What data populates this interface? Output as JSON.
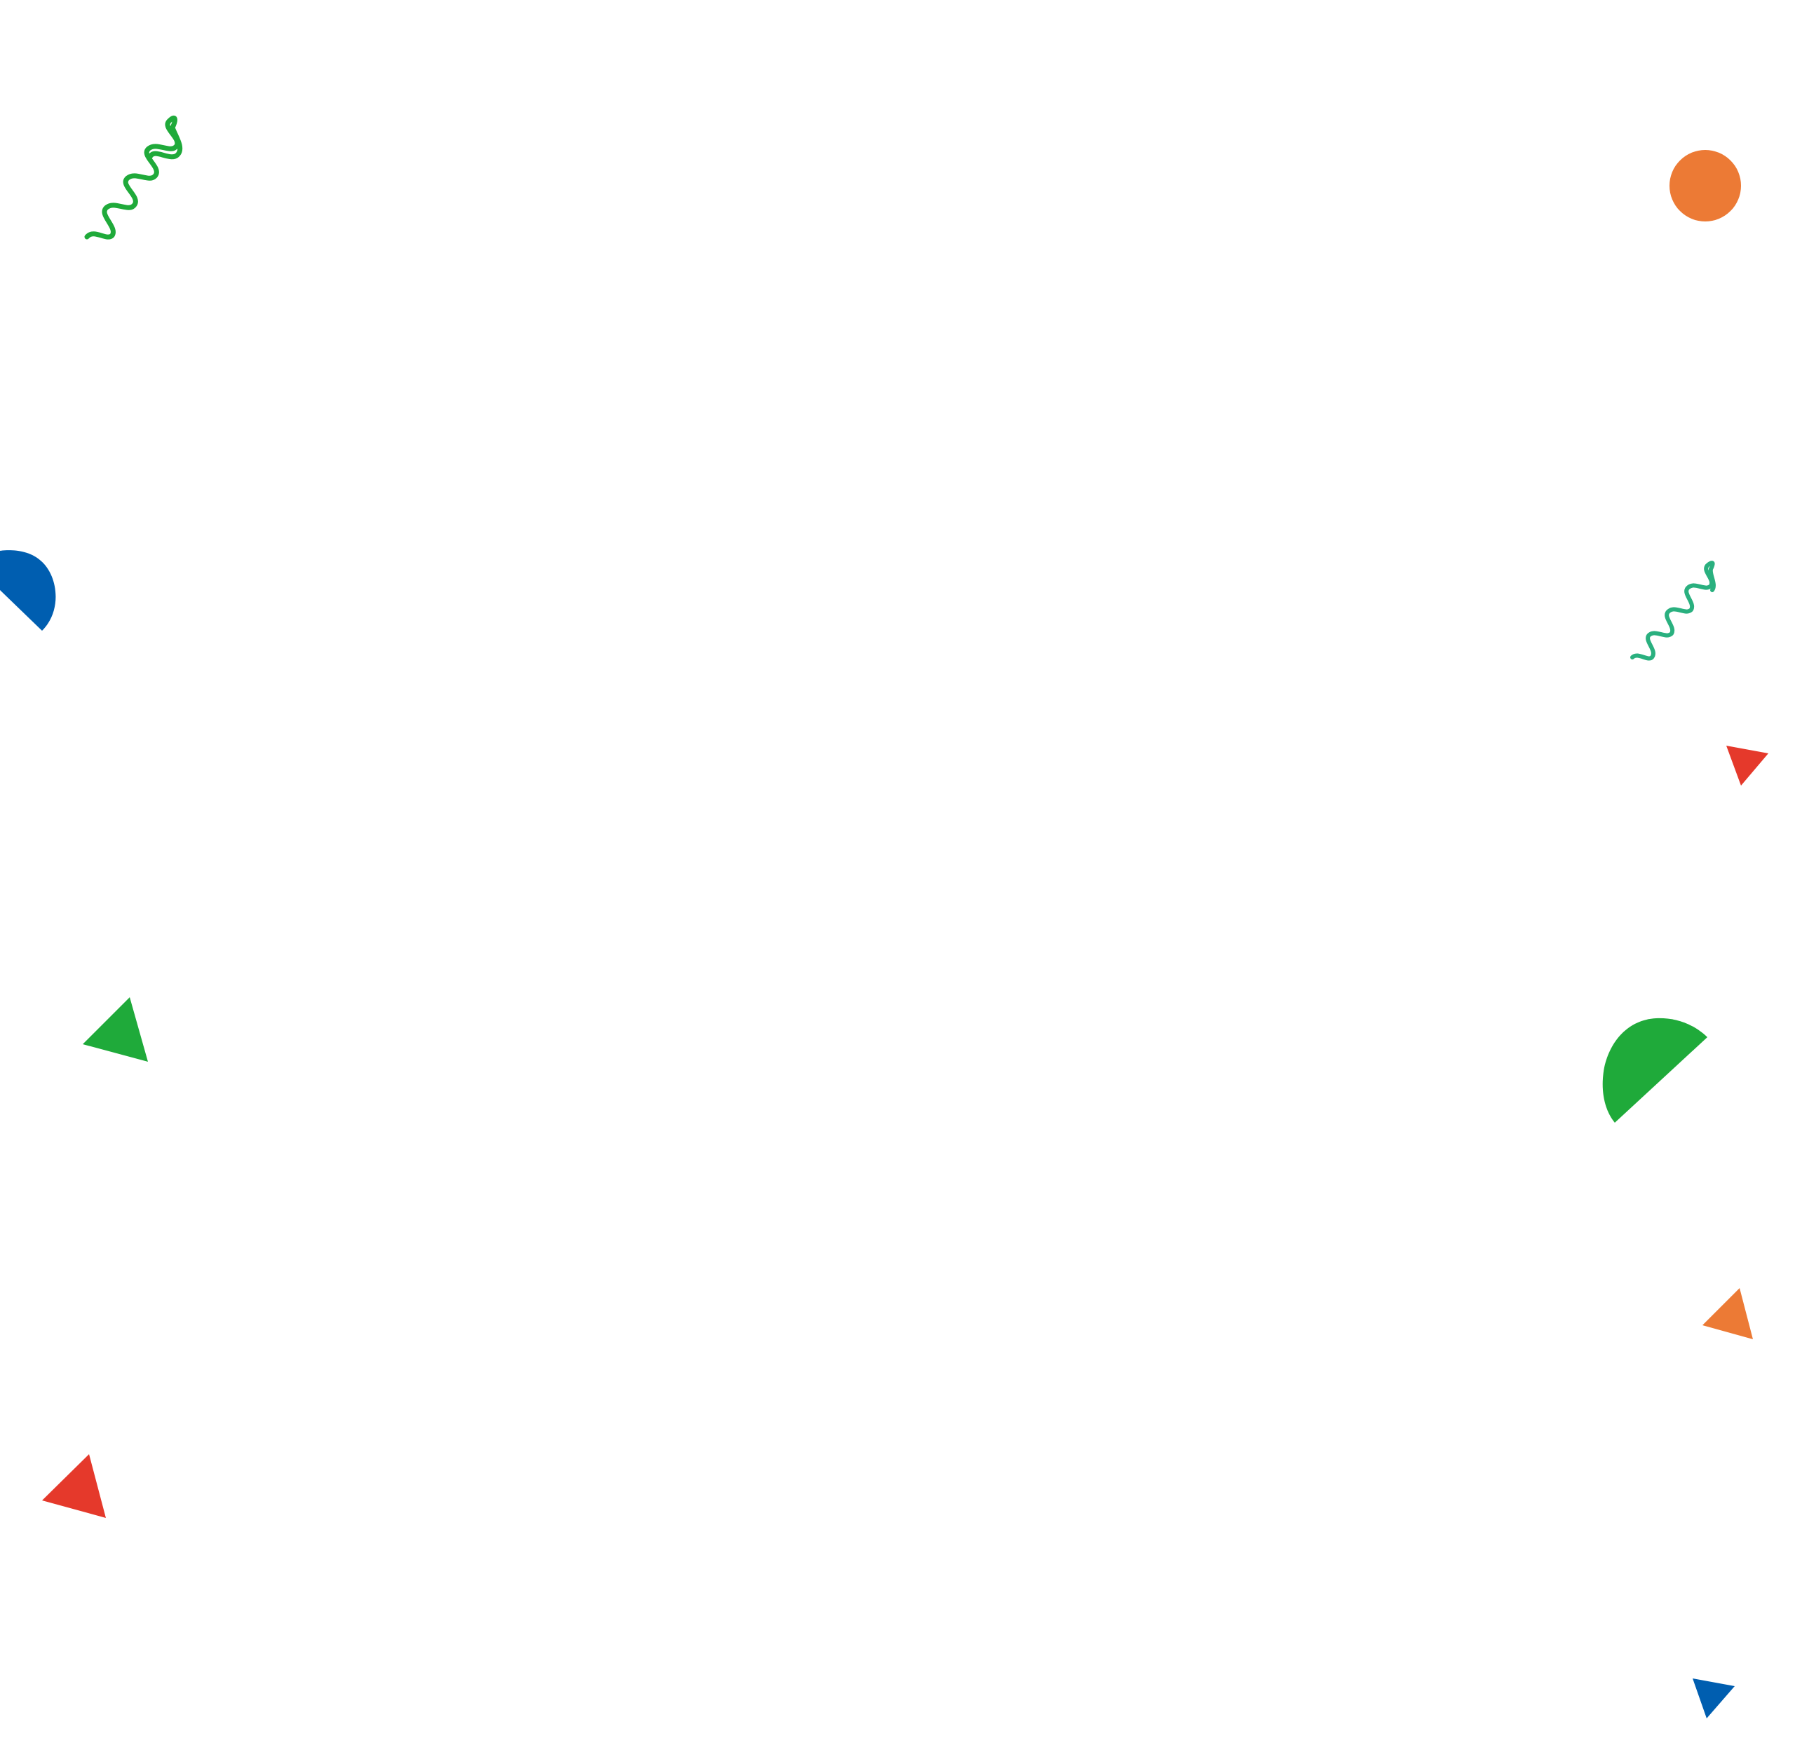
{
  "page": {
    "background": "#ffffff"
  },
  "palette": {
    "green": "#1faa3a",
    "teal": "#2ab07f",
    "orange": "#ec7a35",
    "blue": "#005eb0",
    "red": "#e5392b"
  },
  "decorations": [
    {
      "kind": "squiggle",
      "color": "green"
    },
    {
      "kind": "circle",
      "color": "orange"
    },
    {
      "kind": "semicircle",
      "color": "blue"
    },
    {
      "kind": "squiggle",
      "color": "teal"
    },
    {
      "kind": "triangle",
      "color": "red"
    },
    {
      "kind": "triangle",
      "color": "green"
    },
    {
      "kind": "semicircle",
      "color": "green"
    },
    {
      "kind": "triangle",
      "color": "orange"
    },
    {
      "kind": "triangle",
      "color": "red"
    },
    {
      "kind": "triangle",
      "color": "blue"
    }
  ]
}
